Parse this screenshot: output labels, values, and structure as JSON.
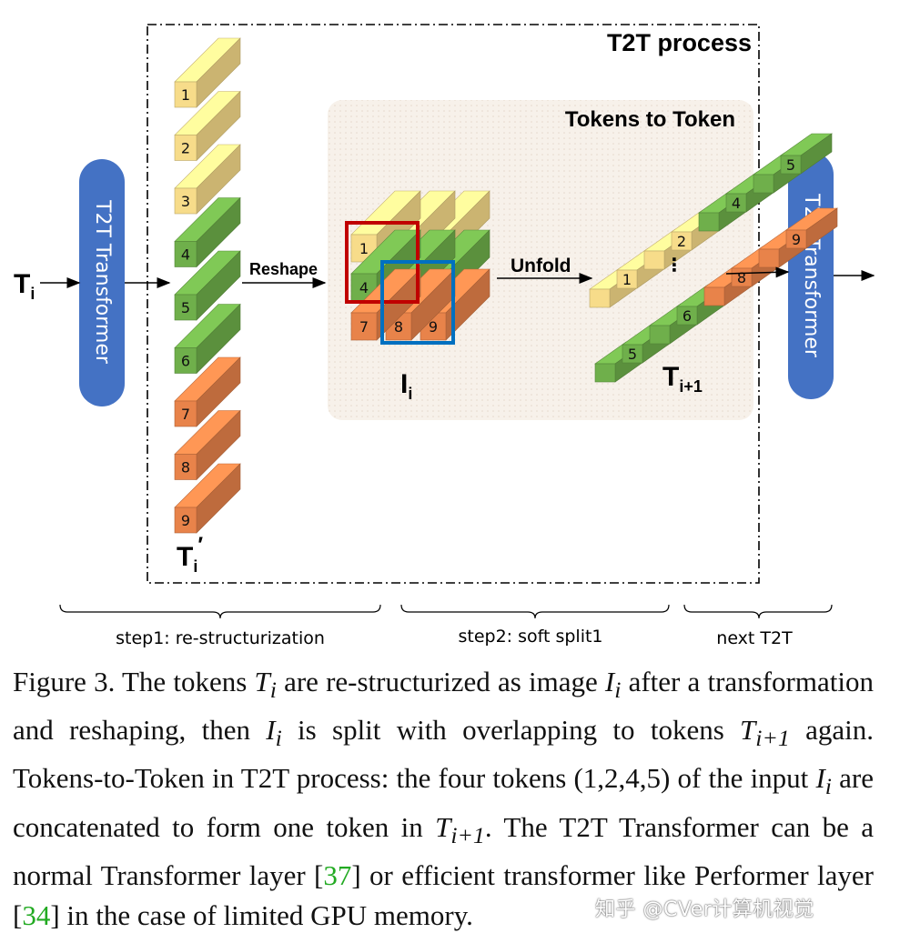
{
  "diagram": {
    "t2t_process_title": "T2T process",
    "tokens_to_token_title": "Tokens to Token",
    "transformer_left_label": "T2T Transformer",
    "transformer_right_label": "T2T Transformer",
    "input_label": "T",
    "input_sub": "i",
    "reshape_label": "Reshape",
    "unfold_label": "Unfold",
    "ti_prime_label": "T",
    "ti_prime_sub": "i",
    "ti_prime_mark": "′",
    "image_label": "I",
    "image_sub": "i",
    "output_label": "T",
    "output_sub": "i+1",
    "token_numbers": [
      "1",
      "2",
      "3",
      "4",
      "5",
      "6",
      "7",
      "8",
      "9"
    ],
    "ellipsis": "⋮",
    "steps": [
      "step1: re-structurization",
      "step2: soft split1",
      "next T2T"
    ],
    "colors": {
      "yellow": "#f7dc8a",
      "green": "#6faf4b",
      "orange": "#e8834a",
      "blue_pill": "#4472c4",
      "red_box": "#c00000",
      "blue_box": "#0070c0"
    }
  },
  "caption": {
    "fig": "Figure 3. The tokens ",
    "t1": " are re-structurized as image ",
    "t2": " after a transformation and reshaping, then ",
    "t3": " is split with overlapping to tokens ",
    "t4": " again. Tokens-to-Token in T2T process: the four tokens (1,2,4,5) of the input ",
    "t5": " are concatenated to form one token in ",
    "t6": ". The T2T Transformer can be a normal Transformer layer [",
    "ref1": "37",
    "t7": "] or efficient transformer like Performer layer [",
    "ref2": "34",
    "t8": "] in the case of limited GPU memory.",
    "var_T": "T",
    "var_I": "I",
    "sub_i": "i",
    "sub_i1": "i+1"
  },
  "watermark": "知乎 @CVer计算机视觉"
}
